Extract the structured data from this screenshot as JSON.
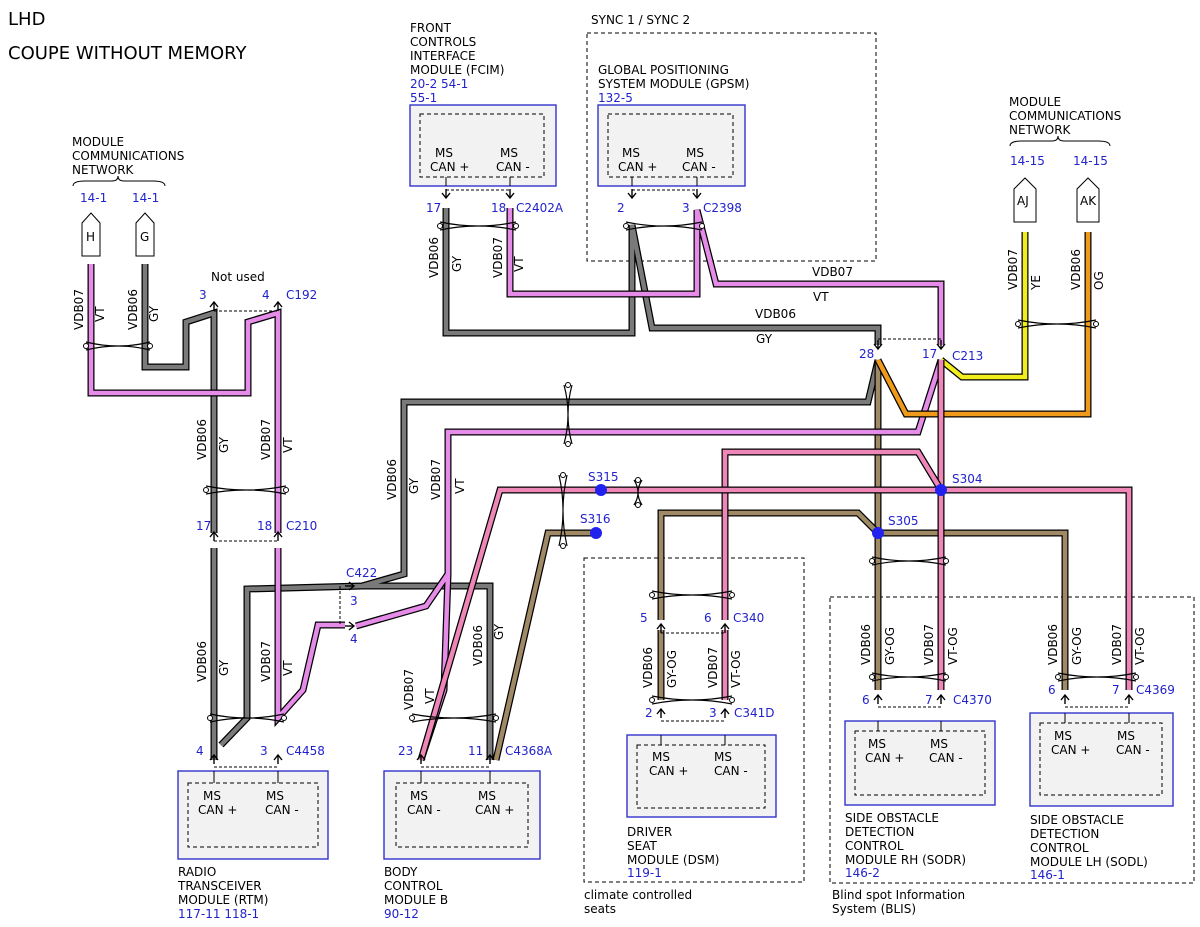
{
  "title": {
    "line1": "LHD",
    "line2": "COUPE WITHOUT MEMORY"
  },
  "mcn_left": {
    "label": [
      "MODULE",
      "COMMUNICATIONS",
      "NETWORK"
    ],
    "refs": [
      "14-1",
      "14-1"
    ],
    "conn_h": "H",
    "conn_g": "G"
  },
  "mcn_right": {
    "label": [
      "MODULE",
      "COMMUNICATIONS",
      "NETWORK"
    ],
    "refs": [
      "14-15",
      "14-15"
    ],
    "conn_aj": "AJ",
    "conn_ak": "AK"
  },
  "sync": {
    "label": "SYNC 1 / SYNC 2"
  },
  "fcim": {
    "label": [
      "FRONT",
      "CONTROLS",
      "INTERFACE",
      "MODULE (FCIM)"
    ],
    "refs": [
      "20-2   54-1",
      "55-1"
    ],
    "pins": [
      "MS",
      "CAN +",
      "MS",
      "CAN -"
    ],
    "pin_nums": [
      "17",
      "18"
    ],
    "conn": "C2402A"
  },
  "gpsm": {
    "label": [
      "GLOBAL POSITIONING",
      "SYSTEM MODULE (GPSM)"
    ],
    "refs": [
      "132-5"
    ],
    "pins": [
      "MS",
      "CAN +",
      "MS",
      "CAN -"
    ],
    "pin_nums": [
      "2",
      "3"
    ],
    "conn": "C2398"
  },
  "not_used": "Not used",
  "c192": {
    "conn": "C192",
    "pins": [
      "3",
      "4"
    ]
  },
  "c210": {
    "conn": "C210",
    "pins": [
      "17",
      "18"
    ]
  },
  "c213": {
    "conn": "C213",
    "pins": [
      "28",
      "17"
    ]
  },
  "c422": {
    "conn": "C422",
    "pins": [
      "3",
      "4"
    ]
  },
  "splices": {
    "s315": "S315",
    "s316": "S316",
    "s304": "S304",
    "s305": "S305"
  },
  "rtm": {
    "label": [
      "RADIO",
      "TRANSCEIVER",
      "MODULE (RTM)"
    ],
    "refs": [
      "117-11 118-1"
    ],
    "pins": [
      "MS",
      "CAN +",
      "MS",
      "CAN -"
    ],
    "pin_nums": [
      "4",
      "3"
    ],
    "conn": "C4458"
  },
  "bcm": {
    "label": [
      "BODY",
      "CONTROL",
      "MODULE B"
    ],
    "refs": [
      "90-12"
    ],
    "pins": [
      "MS",
      "CAN -",
      "MS",
      "CAN +"
    ],
    "pin_nums": [
      "23",
      "11"
    ],
    "conn": "C4368A"
  },
  "dsm": {
    "label": [
      "DRIVER",
      "SEAT",
      "MODULE (DSM)"
    ],
    "refs": [
      "119-1"
    ],
    "pins": [
      "MS",
      "CAN +",
      "MS",
      "CAN -"
    ],
    "pin_nums": [
      "2",
      "3"
    ],
    "conn": "C341D",
    "upper_pins": [
      "5",
      "6"
    ],
    "upper_conn": "C340",
    "group_label": [
      "climate controlled",
      "seats"
    ]
  },
  "sodr": {
    "label": [
      "SIDE OBSTACLE",
      "DETECTION",
      "CONTROL",
      "MODULE RH (SODR)"
    ],
    "refs": [
      "146-2"
    ],
    "pins": [
      "MS",
      "CAN +",
      "MS",
      "CAN -"
    ],
    "pin_nums": [
      "6",
      "7"
    ],
    "conn": "C4370"
  },
  "sodl": {
    "label": [
      "SIDE OBSTACLE",
      "DETECTION",
      "CONTROL",
      "MODULE LH (SODL)"
    ],
    "refs": [
      "146-1"
    ],
    "pins": [
      "MS",
      "CAN +",
      "MS",
      "CAN -"
    ],
    "pin_nums": [
      "6",
      "7"
    ],
    "conn": "C4369"
  },
  "blis": {
    "label": [
      "Blind spot Information",
      "System (BLIS)"
    ]
  },
  "wires": {
    "vdb07": "VDB07",
    "vdb06": "VDB06",
    "vt": "VT",
    "gy": "GY",
    "ye": "YE",
    "og": "OG",
    "gy_og": "GY-OG",
    "vt_og": "VT-OG"
  },
  "colors": {
    "vt": "#e58be8",
    "gy": "#7a7a7a",
    "ye": "#f2ee1e",
    "og": "#f09a1c",
    "pk": "#ee86b8",
    "tan": "#a08a66",
    "blue": "#2222cc",
    "box_fill": "#f2f2f2"
  }
}
